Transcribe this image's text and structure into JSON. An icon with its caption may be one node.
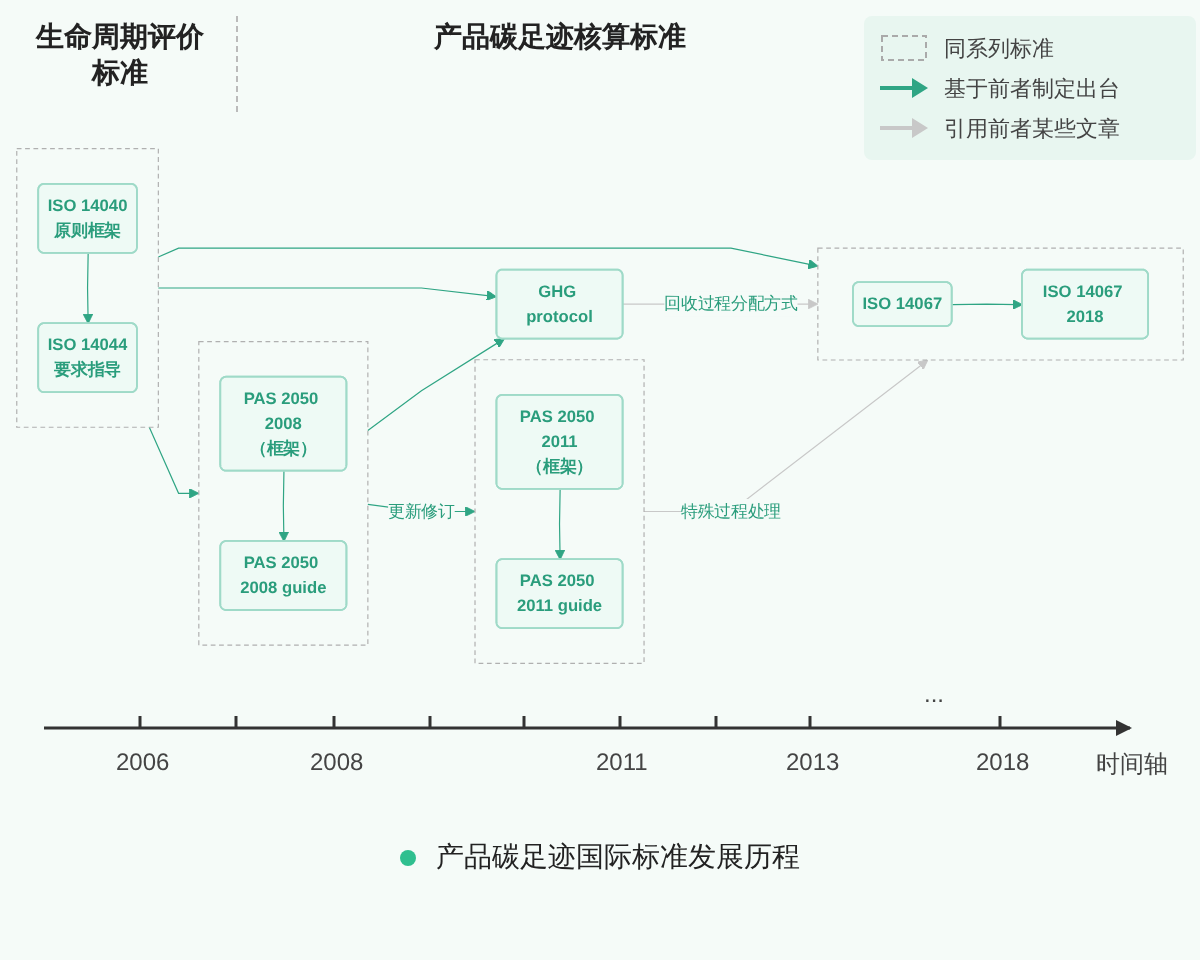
{
  "diagram": {
    "caption": "产品碳足迹国际标准发展历程",
    "nodes": [
      {
        "text": [],
        "shape": "box"
      },
      {
        "text": [
          "ISO 14040",
          "原则框架"
        ],
        "in": 0
      },
      {
        "text": [
          "ISO 14044",
          "要求指导"
        ],
        "in": 0
      },
      {
        "text": [
          "GHG protocol"
        ]
      },
      {
        "text": [],
        "shape": "box"
      },
      {
        "text": [
          "PAS 2050 2008",
          "（框架）"
        ],
        "in": 4
      },
      {
        "text": [
          "PAS 2050 2008 guide"
        ],
        "in": 4
      },
      {
        "text": [],
        "shape": "box"
      },
      {
        "text": [
          "PAS 2050 2011",
          "（框架）"
        ],
        "in": 7
      },
      {
        "text": [
          "PAS 2050 2011 guide"
        ],
        "in": 7
      },
      {
        "text": [],
        "shape": "box"
      },
      {
        "text": [
          "ISO 14067"
        ],
        "in": 10
      },
      {
        "text": [
          "ISO 14067 2018"
        ],
        "in": 10
      }
    ],
    "edges": [
      {
        "from": 0,
        "to": 3,
        "arrow": "to"
      },
      {
        "from": 4,
        "to": 3,
        "arrow": "to"
      },
      {
        "from": 1,
        "to": 2,
        "arrow": "to"
      },
      {
        "from": 5,
        "to": 6,
        "arrow": "to"
      },
      {
        "from": 0,
        "to": 4,
        "arrow": "to"
      },
      {
        "from": 0,
        "to": 10,
        "arrow": "to"
      },
      {
        "from": 4,
        "to": 7,
        "arrow": "to",
        "label": "更新修订"
      },
      {
        "from": 8,
        "to": 9,
        "arrow": "to"
      },
      {
        "from": 3,
        "to": 10,
        "arrow": "to",
        "label": "回收过程分配方式",
        "color": "#c8c8c8"
      },
      {
        "from": 7,
        "to": 10,
        "arrow": "to",
        "label": "特殊过程处理",
        "color": "#c8c8c8"
      },
      {
        "from": 11,
        "to": 12,
        "arrow": "to"
      }
    ],
    "labels": [
      "生命周期评价标准",
      "产品碳足迹核算标准",
      "...",
      "2006",
      "2008",
      "2011",
      "2013",
      "2018",
      "时间轴"
    ],
    "legend": [
      {
        "text": "同系列标准"
      },
      {
        "text": "基于前者制定出台"
      },
      {
        "text": "引用前者某些文章"
      }
    ]
  }
}
